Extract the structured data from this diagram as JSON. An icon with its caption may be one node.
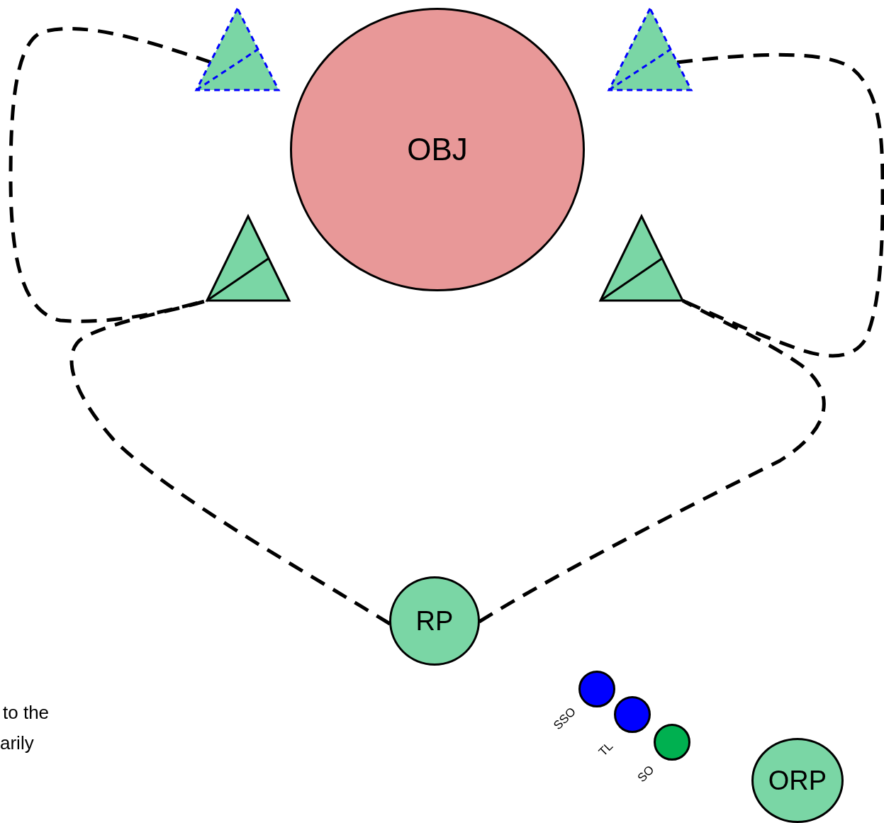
{
  "diagram": {
    "nodes": [
      {
        "text": [],
        "shape": "triangle"
      },
      {
        "text": [
          "OBJ"
        ]
      },
      {
        "text": [],
        "shape": "triangle"
      },
      {
        "text": [],
        "shape": "triangle"
      },
      {
        "text": [],
        "shape": "triangle"
      },
      {
        "text": [
          "RP"
        ]
      },
      {
        "text": [],
        "shape": "circle",
        "beside": [
          "SSO"
        ]
      },
      {
        "text": [],
        "shape": "circle",
        "beside": [
          "TL"
        ]
      },
      {
        "text": [],
        "shape": "circle",
        "beside": [
          "SO"
        ]
      },
      {
        "text": [
          "ORP"
        ]
      }
    ],
    "edges": [
      {
        "from": 0,
        "to": 3,
        "arrow": "none",
        "style": "dashed"
      },
      {
        "from": 2,
        "to": 4,
        "arrow": "none",
        "style": "dashed"
      },
      {
        "from": 5,
        "to": 3,
        "arrow": "none",
        "style": "dashed"
      },
      {
        "from": 5,
        "to": 4,
        "arrow": "none",
        "style": "dashed"
      }
    ],
    "labels": [
      "to the",
      "arily"
    ]
  }
}
